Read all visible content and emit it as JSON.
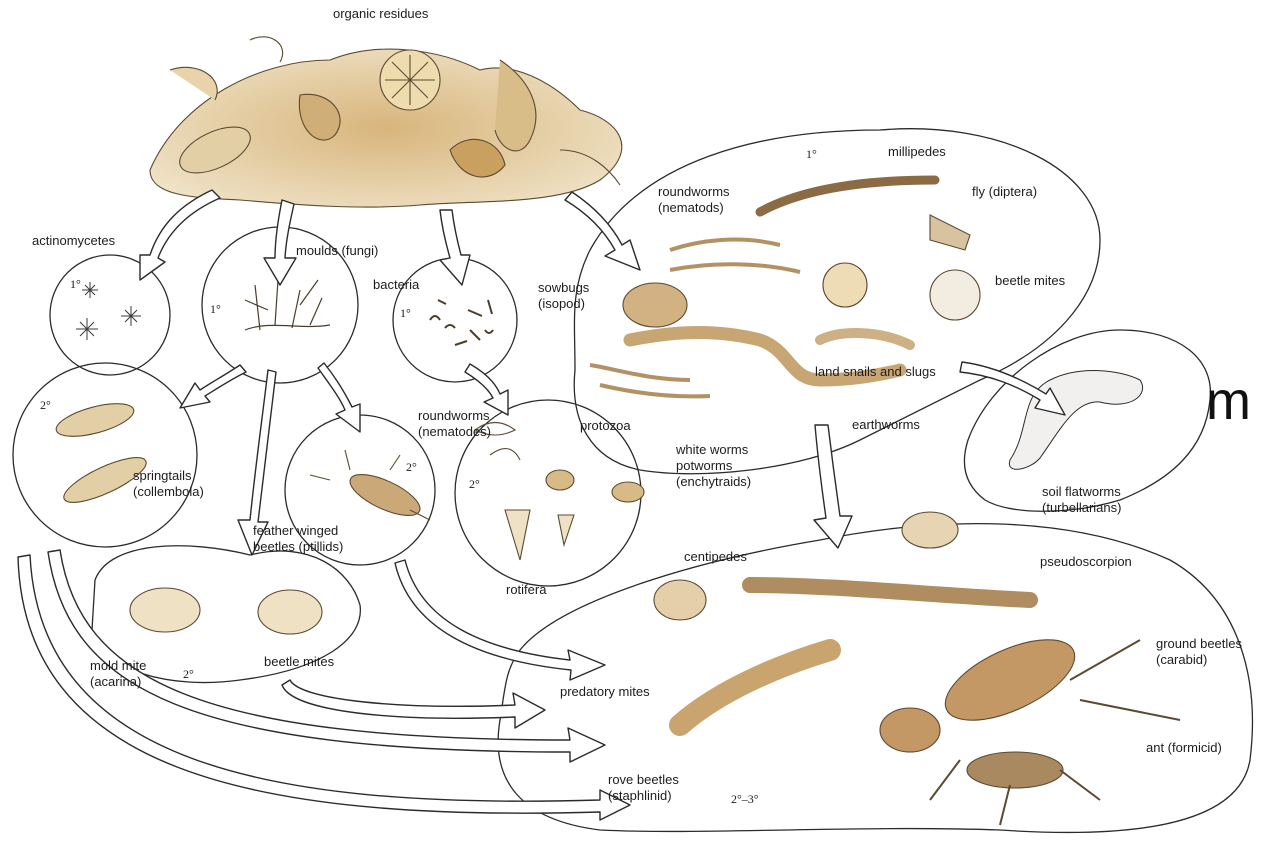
{
  "labels": {
    "organic_residues": "organic residues",
    "actinomycetes": "actinomycetes",
    "moulds": "moulds (fungi)",
    "bacteria": "bacteria",
    "roundworms_top": "roundworms\n(nematods)",
    "millipedes": "millipedes",
    "fly": "fly (diptera)",
    "sowbugs": "sowbugs\n(isopod)",
    "beetle_mites_top": "beetle mites",
    "land_snails": "land snails and slugs",
    "earthworms": "earthworms",
    "springtails": "springtails\n(collembola)",
    "feather_winged": "feather winged\nbeetles (ptillids)",
    "roundworms_mid": "roundworms\n(nematodes)",
    "protozoa": "protozoa",
    "white_worms": "white worms\npotworms\n(enchytraids)",
    "soil_flatworms": "soil flatworms\n(turbellarians)",
    "rotifera": "rotifera",
    "centipedes": "centipedes",
    "pseudoscorpion": "pseudoscorpion",
    "ground_beetles": "ground beetles\n(carabid)",
    "mold_mite": "mold mite\n(acarina)",
    "beetle_mites_bottom": "beetle mites",
    "predatory_mites": "predatory mites",
    "ant": "ant (formicid)",
    "rove_beetles": "rove beetles\n(staphlinid)",
    "margin_glyph": "m"
  },
  "orders": {
    "actino": "1°",
    "moulds": "1°",
    "bacteria": "1°",
    "millipedes": "1°",
    "springtails": "2°",
    "feather": "2°",
    "protozoa": "2°",
    "mites": "2°",
    "predators": "2°–3°"
  },
  "colors": {
    "line": "#2b2b2b",
    "organism_fill": "#c9a67a",
    "organism_light": "#e8d8bf",
    "background": "#ffffff"
  }
}
